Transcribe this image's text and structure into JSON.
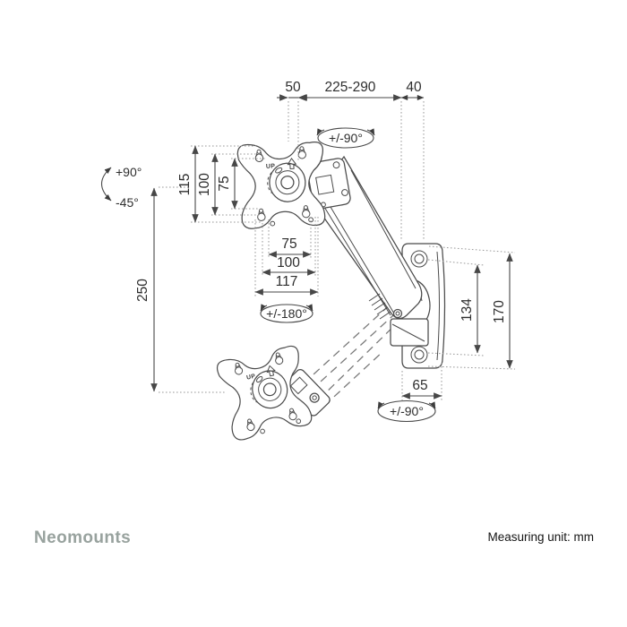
{
  "drawing": {
    "brand": "Neomounts",
    "measuring_note": "Measuring unit: mm",
    "plate_label": "UP",
    "angles": {
      "arm_top_swivel": "+/-90°",
      "tilt_up": "+90°",
      "tilt_down": "-45°",
      "plate_rotation": "+/-180°",
      "arm_bottom_swivel": "+/-90°"
    },
    "dimensions_mm": {
      "vesa_offset": "50",
      "extension_range": "225-290",
      "wall_clearance": "40",
      "plate_height": "115",
      "vesa_vert_100": "100",
      "vesa_vert_75": "75",
      "vesa_horiz_75": "75",
      "vesa_horiz_100": "100",
      "plate_width": "117",
      "height_adjustment": "250",
      "wall_holes_distance": "134",
      "wall_plate_height": "170",
      "wall_plate_width": "65"
    },
    "colors": {
      "line": "#4b4b4b",
      "dimension": "#474747",
      "dotted": "#9a9a9a",
      "text": "#2e2e2e",
      "brand": "#98a29e"
    }
  }
}
